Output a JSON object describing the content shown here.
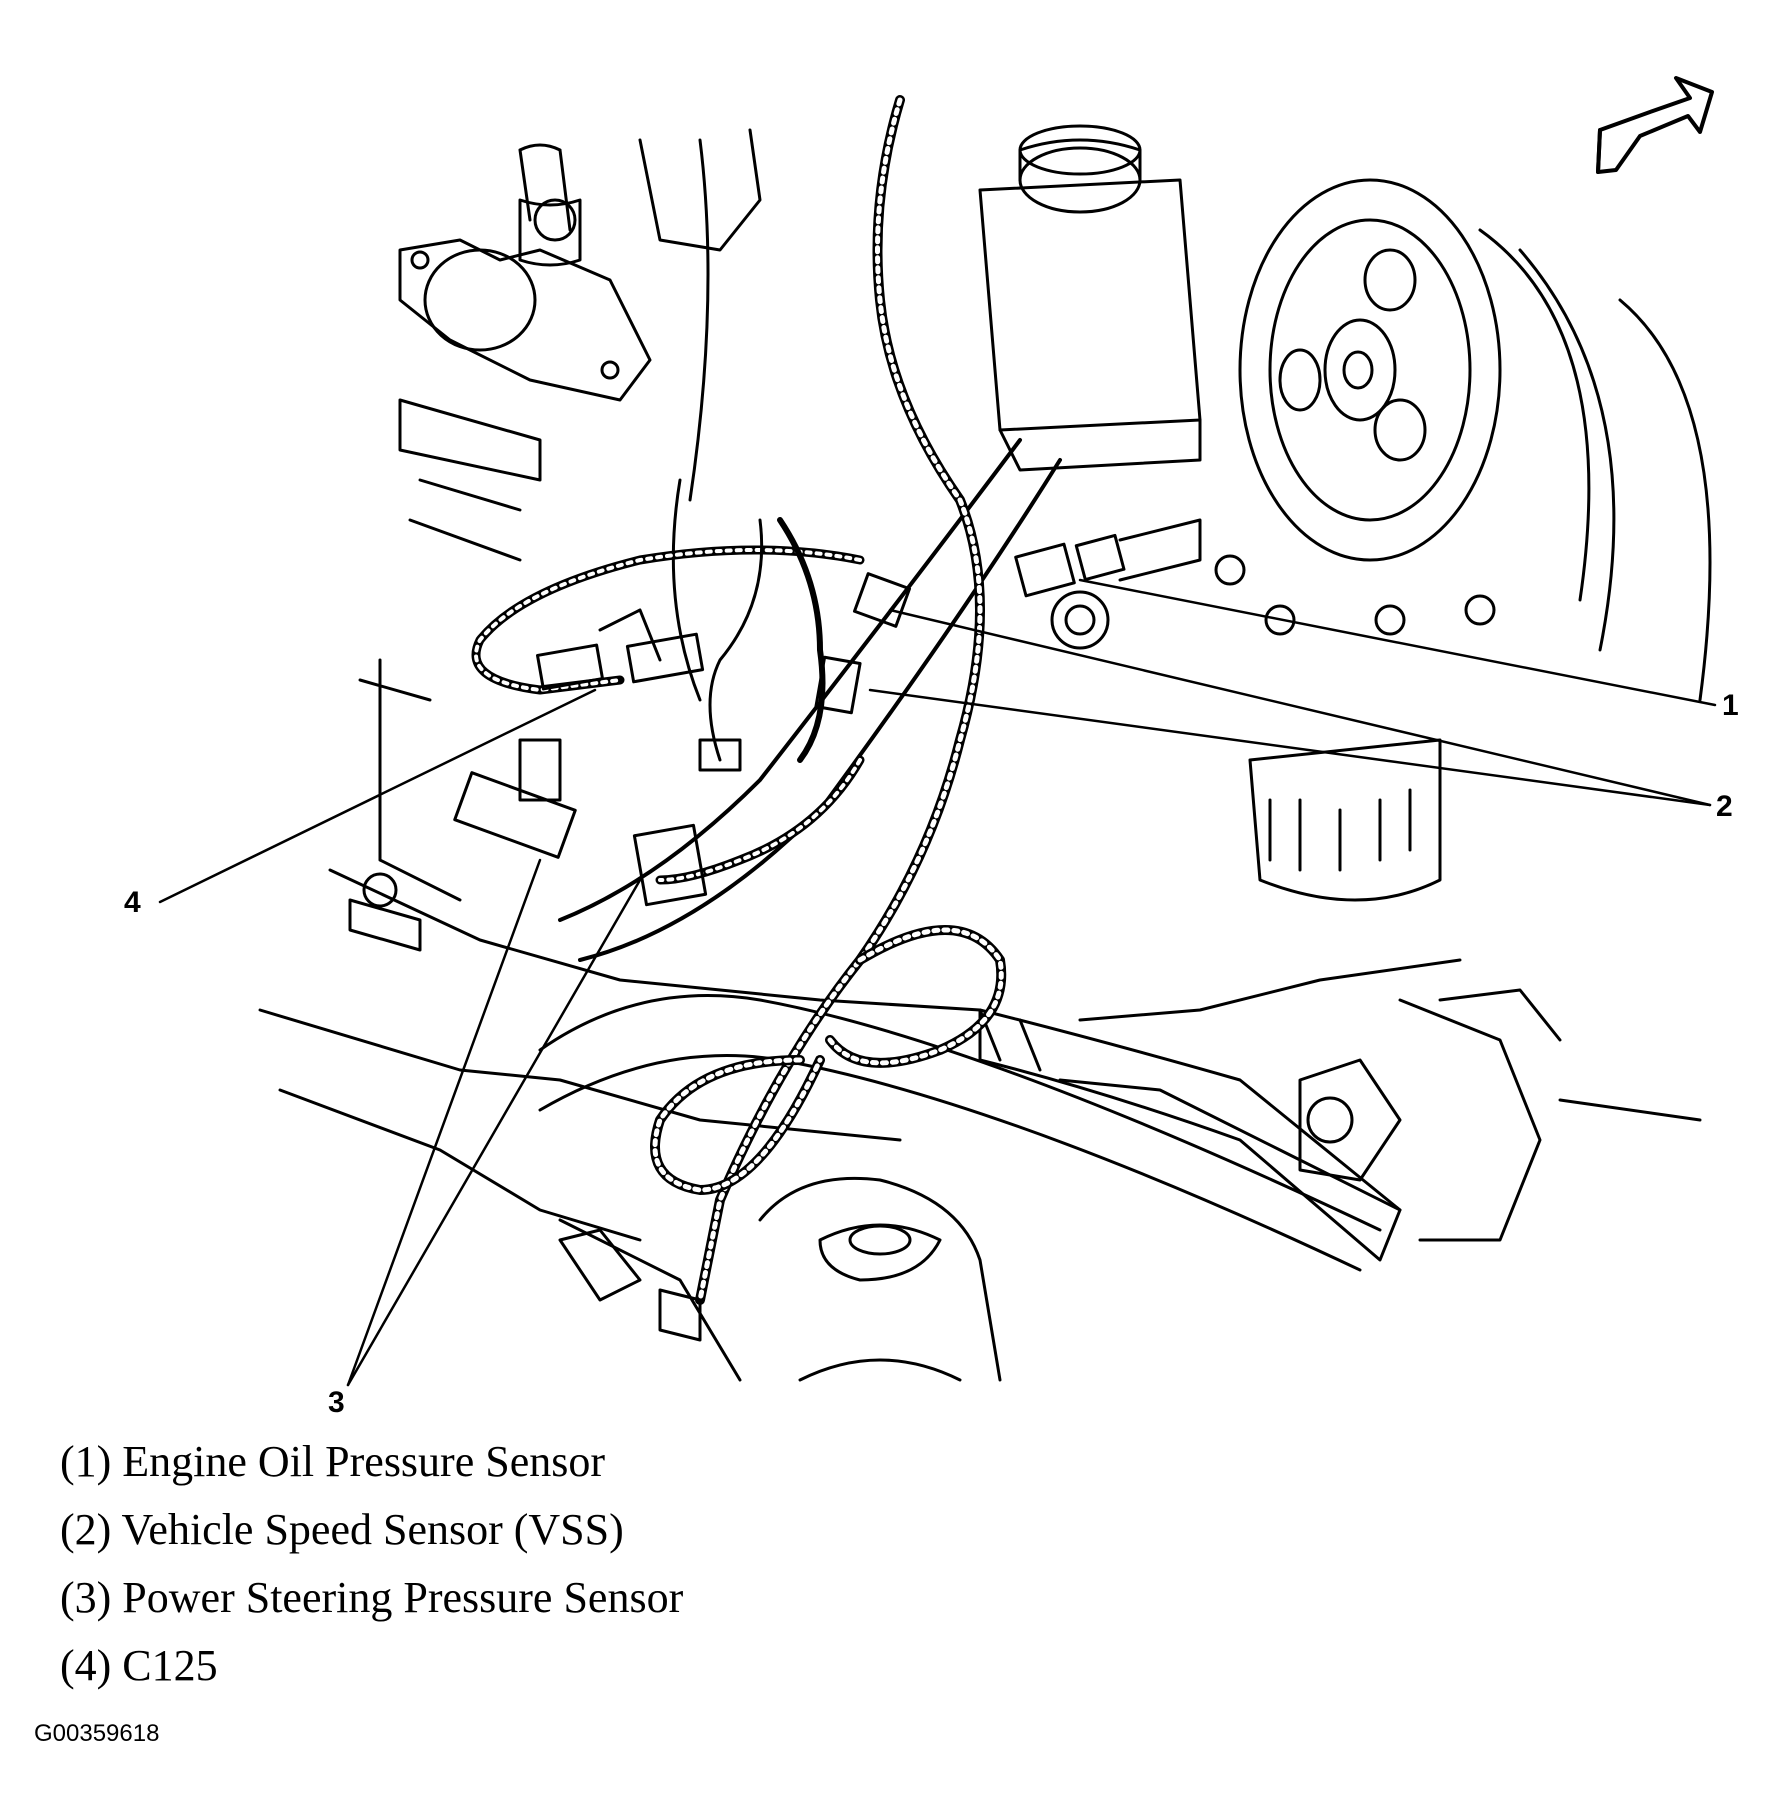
{
  "diagram": {
    "callouts": [
      {
        "id": "1",
        "label": "1"
      },
      {
        "id": "2",
        "label": "2"
      },
      {
        "id": "3",
        "label": "3"
      },
      {
        "id": "4",
        "label": "4"
      }
    ],
    "icons": [
      "front-of-vehicle-arrow-icon"
    ]
  },
  "legend": {
    "items": [
      {
        "text": "(1) Engine Oil Pressure Sensor"
      },
      {
        "text": "(2) Vehicle Speed Sensor (VSS)"
      },
      {
        "text": "(3) Power Steering Pressure Sensor"
      },
      {
        "text": "(4) C125"
      }
    ]
  },
  "figure_id": "G00359618",
  "colors": {
    "line": "#000000",
    "background": "#ffffff"
  }
}
